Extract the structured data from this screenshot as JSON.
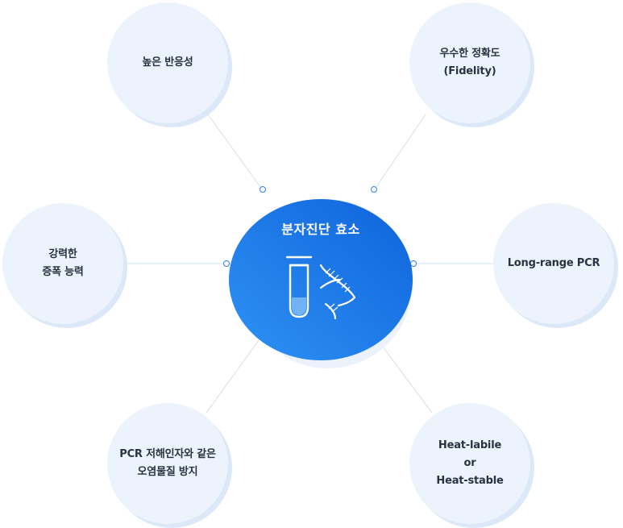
{
  "center": {
    "title": "분자진단 효소",
    "icon": "test-tube-dna-icon"
  },
  "features": [
    {
      "id": "high-reactivity",
      "lines": [
        "높은 반응성"
      ]
    },
    {
      "id": "fidelity",
      "lines": [
        "우수한 정확도",
        "(Fidelity)"
      ]
    },
    {
      "id": "amplification",
      "lines": [
        "강력한",
        "증폭 능력"
      ]
    },
    {
      "id": "long-range",
      "lines": [
        "Long-range PCR"
      ]
    },
    {
      "id": "inhibitor",
      "lines": [
        "PCR 저해인자와 같은",
        "오염물질 방지"
      ]
    },
    {
      "id": "heat",
      "lines": [
        "Heat-labile",
        "or",
        "Heat-stable"
      ]
    }
  ],
  "colors": {
    "hub_start": "#2a8cf0",
    "hub_end": "#1267dc",
    "satellite": "#edf3fc",
    "link": "#d5def0"
  }
}
